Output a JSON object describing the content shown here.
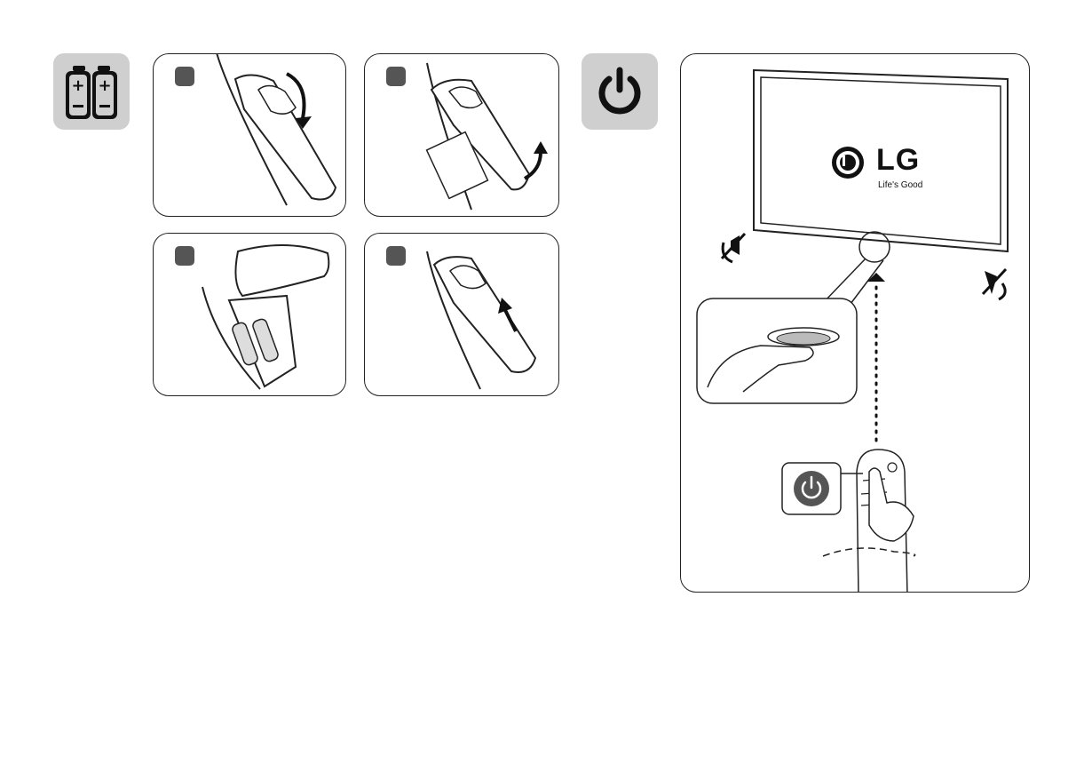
{
  "icons": {
    "battery_tile": "batteries-icon",
    "power_tile": "power-icon"
  },
  "steps": [
    {
      "name": "step-1-open-cover"
    },
    {
      "name": "step-2-lift-cover"
    },
    {
      "name": "step-3-insert-batteries"
    },
    {
      "name": "step-4-close-cover"
    }
  ],
  "tv": {
    "brand": "LG",
    "slogan": "Life's Good"
  },
  "colors": {
    "tile_gray": "#cfcfcf",
    "marker_gray": "#555555",
    "line": "#222222"
  }
}
